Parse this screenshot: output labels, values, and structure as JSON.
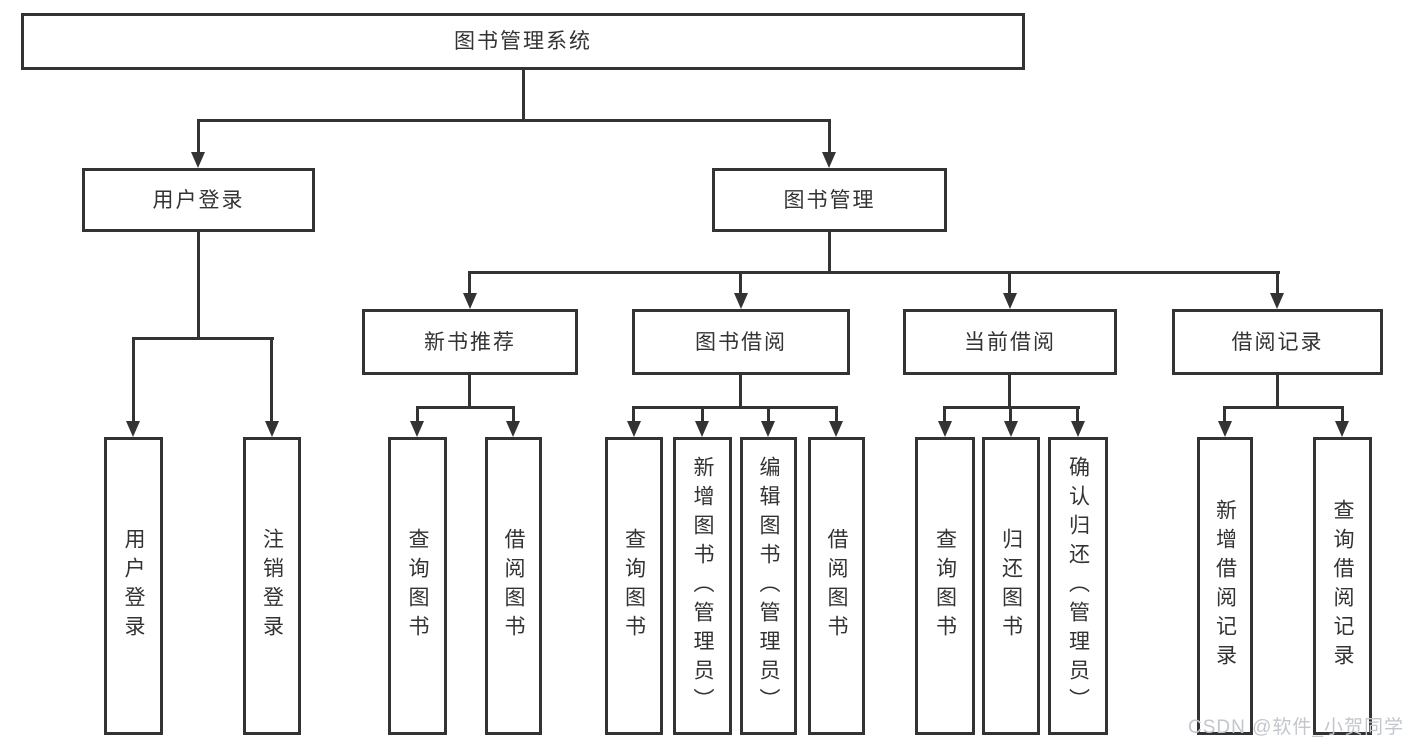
{
  "tree": {
    "root_label": "图书管理系统",
    "branches": [
      {
        "label": "用户登录",
        "children": [
          {
            "label": "用户登录"
          },
          {
            "label": "注销登录"
          }
        ]
      },
      {
        "label": "图书管理",
        "children": [
          {
            "label": "新书推荐",
            "children": [
              {
                "label": "查询图书"
              },
              {
                "label": "借阅图书"
              }
            ]
          },
          {
            "label": "图书借阅",
            "children": [
              {
                "label": "查询图书"
              },
              {
                "label": "新增图书（管理员）"
              },
              {
                "label": "编辑图书（管理员）"
              },
              {
                "label": "借阅图书"
              }
            ]
          },
          {
            "label": "当前借阅",
            "children": [
              {
                "label": "查询图书"
              },
              {
                "label": "归还图书"
              },
              {
                "label": "确认归还（管理员）"
              }
            ]
          },
          {
            "label": "借阅记录",
            "children": [
              {
                "label": "新增借阅记录"
              },
              {
                "label": "查询借阅记录"
              }
            ]
          }
        ]
      }
    ]
  },
  "watermark": {
    "text": "CSDN @软件_小贺同学"
  },
  "colors": {
    "line": "#333333",
    "text": "#333333",
    "watermark": "#c3c6cb",
    "background": "#ffffff"
  }
}
